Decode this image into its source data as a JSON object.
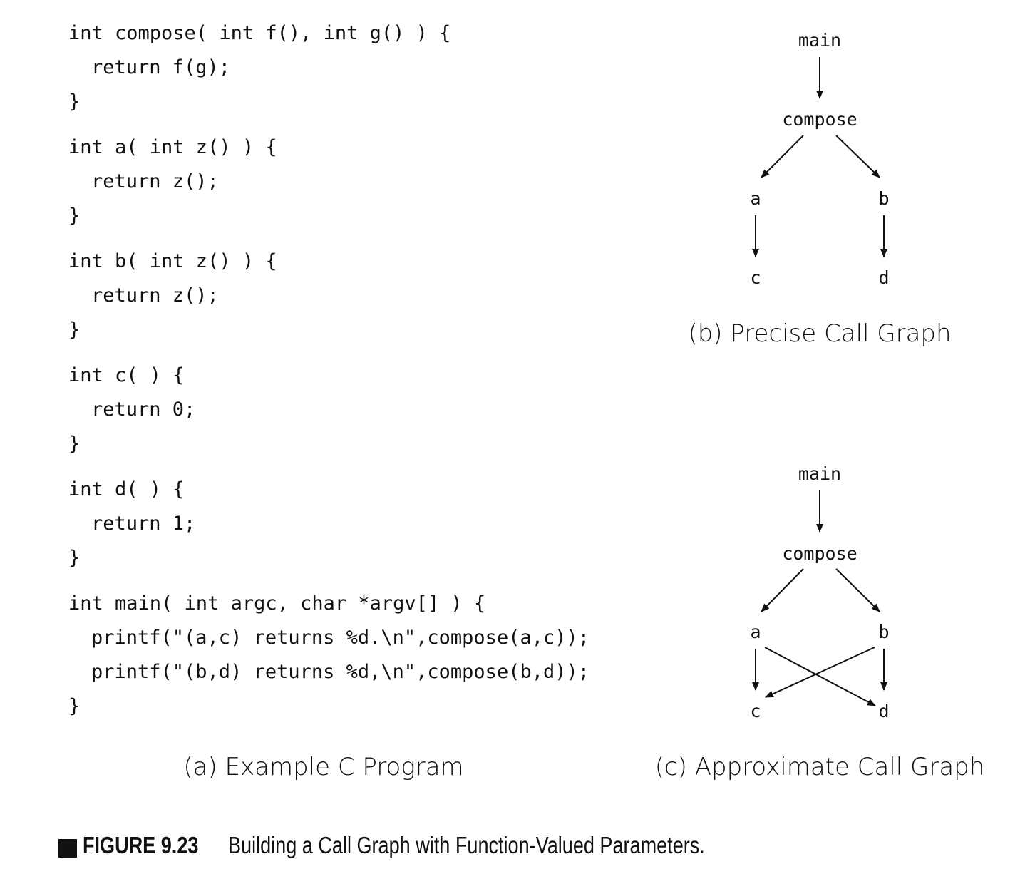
{
  "program": {
    "lines": [
      "int compose( int f(), int g() ) {",
      "return f(g);",
      "}",
      "int a( int z() ) {",
      "return z();",
      "}",
      "int b( int z() ) {",
      "return z();",
      "}",
      "int c( ) {",
      "return 0;",
      "}",
      "int d( ) {",
      "return 1;",
      "}",
      "int main( int argc, char *argv[] ) {",
      "printf(\"(a,c) returns %d.\\n\",compose(a,c));",
      "printf(\"(b,d) returns %d,\\n\",compose(b,d));",
      "}"
    ],
    "caption": "(a) Example C Program"
  },
  "precise_graph": {
    "nodes": {
      "main": "main",
      "compose": "compose",
      "a": "a",
      "b": "b",
      "c": "c",
      "d": "d"
    },
    "edges": [
      [
        "main",
        "compose"
      ],
      [
        "compose",
        "a"
      ],
      [
        "compose",
        "b"
      ],
      [
        "a",
        "c"
      ],
      [
        "b",
        "d"
      ]
    ],
    "caption": "(b) Precise Call Graph"
  },
  "approx_graph": {
    "nodes": {
      "main": "main",
      "compose": "compose",
      "a": "a",
      "b": "b",
      "c": "c",
      "d": "d"
    },
    "edges": [
      [
        "main",
        "compose"
      ],
      [
        "compose",
        "a"
      ],
      [
        "compose",
        "b"
      ],
      [
        "a",
        "c"
      ],
      [
        "a",
        "d"
      ],
      [
        "b",
        "c"
      ],
      [
        "b",
        "d"
      ]
    ],
    "caption": "(c) Approximate Call Graph"
  },
  "figure": {
    "label": "FIGURE 9.23",
    "title": "Building a Call Graph with Function-Valued Parameters."
  }
}
